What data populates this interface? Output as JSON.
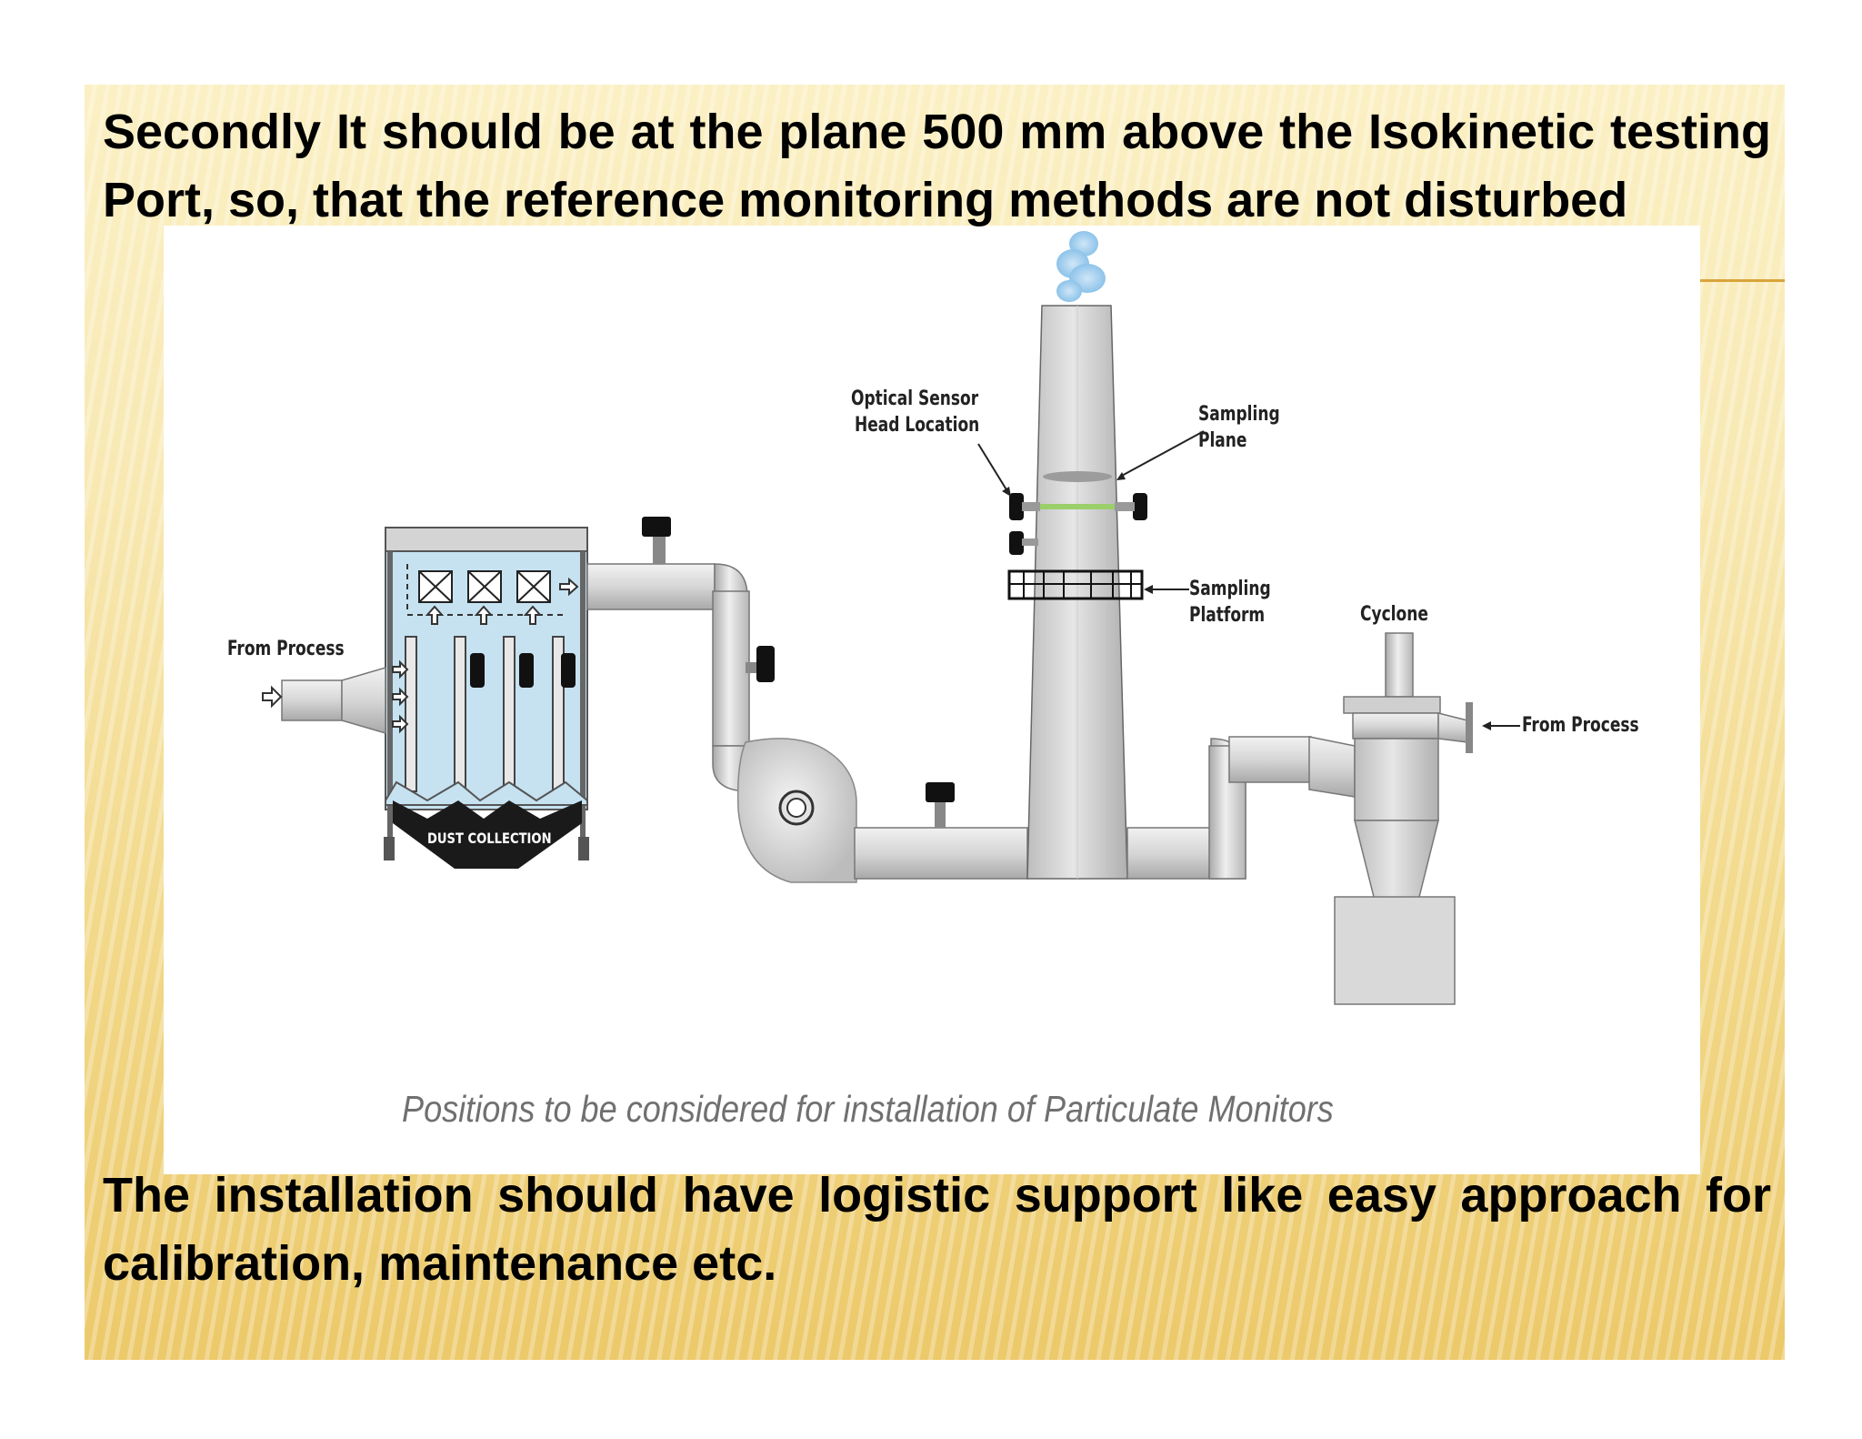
{
  "slide": {
    "top_text": "Secondly It should be at the plane 500 mm above the Isokinetic testing Port, so, that the reference monitoring methods are not disturbed",
    "bottom_text": "The installation should have logistic support like easy approach for calibration, maintenance etc."
  },
  "figure": {
    "caption": "Positions to be considered for installation of Particulate Monitors",
    "labels": {
      "from_process_left": "From Process",
      "dust_collection": "DUST COLLECTION",
      "optical_sensor_line1": "Optical  Sensor",
      "optical_sensor_line2": "Head Location",
      "sampling_plane_line1": "Sampling",
      "sampling_plane_line2": "Plane",
      "sampling_platform_line1": "Sampling",
      "sampling_platform_line2": "Platform",
      "cyclone": "Cyclone",
      "from_process_right": "From Process"
    }
  }
}
